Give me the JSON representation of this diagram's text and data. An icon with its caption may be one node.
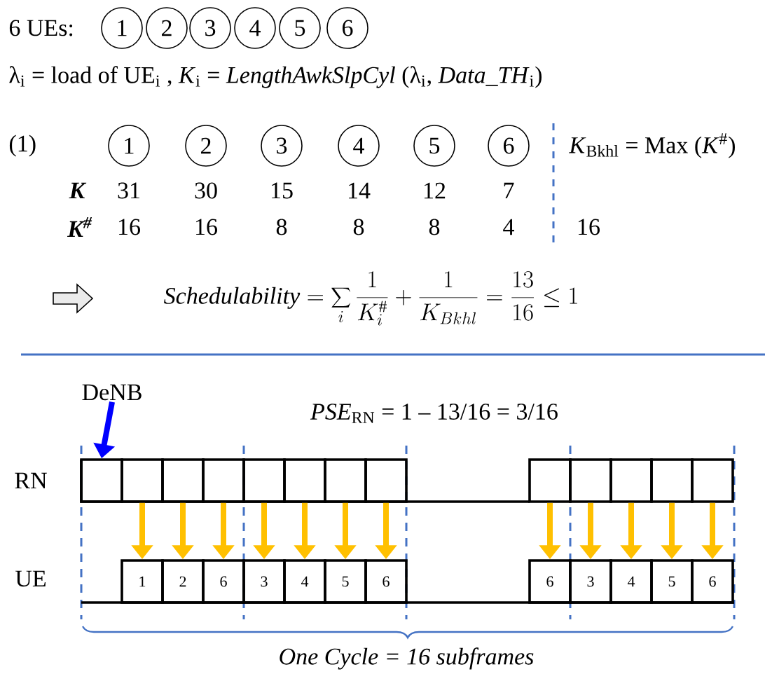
{
  "diagram": {
    "nodes": [
      {
        "text": [
          "1"
        ]
      },
      {
        "text": [
          "2"
        ]
      },
      {
        "text": [
          "3"
        ]
      },
      {
        "text": [
          "4"
        ]
      },
      {
        "text": [
          "5"
        ]
      },
      {
        "text": [
          "6"
        ]
      },
      {
        "text": [
          "1"
        ]
      },
      {
        "text": [
          "2"
        ]
      },
      {
        "text": [
          "3"
        ]
      },
      {
        "text": [
          "4"
        ]
      },
      {
        "text": [
          "5"
        ]
      },
      {
        "text": [
          "6"
        ]
      },
      {
        "text": [
          "DeNB"
        ]
      },
      {
        "text": [],
        "shape": "box"
      },
      {
        "text": [],
        "shape": "box"
      },
      {
        "text": [],
        "shape": "box"
      },
      {
        "text": [],
        "shape": "box"
      },
      {
        "text": [],
        "shape": "box"
      },
      {
        "text": [],
        "shape": "box"
      },
      {
        "text": [],
        "shape": "box"
      },
      {
        "text": [],
        "shape": "box"
      },
      {
        "text": [],
        "shape": "box"
      },
      {
        "text": [],
        "shape": "box"
      },
      {
        "text": [],
        "shape": "box"
      },
      {
        "text": [],
        "shape": "box"
      },
      {
        "text": [],
        "shape": "box"
      },
      {
        "text": [
          "1"
        ]
      },
      {
        "text": [
          "2"
        ]
      },
      {
        "text": [
          "6"
        ]
      },
      {
        "text": [
          "3"
        ]
      },
      {
        "text": [
          "4"
        ]
      },
      {
        "text": [
          "5"
        ]
      },
      {
        "text": [
          "6"
        ]
      },
      {
        "text": [
          "6"
        ]
      },
      {
        "text": [
          "3"
        ]
      },
      {
        "text": [
          "4"
        ]
      },
      {
        "text": [
          "5"
        ]
      },
      {
        "text": [
          "6"
        ]
      }
    ],
    "edges": [
      {
        "from": 12,
        "to": 13,
        "arrow": "to",
        "color": "#0000ff"
      },
      {
        "from": 14,
        "to": 26,
        "arrow": "to"
      },
      {
        "from": 15,
        "to": 27,
        "arrow": "to"
      },
      {
        "from": 16,
        "to": 28,
        "arrow": "to"
      },
      {
        "from": 17,
        "to": 29,
        "arrow": "to"
      },
      {
        "from": 18,
        "to": 30,
        "arrow": "to"
      },
      {
        "from": 19,
        "to": 31,
        "arrow": "to"
      },
      {
        "from": 20,
        "to": 32,
        "arrow": "to"
      },
      {
        "from": 21,
        "to": 33,
        "arrow": "to"
      },
      {
        "from": 22,
        "to": 34,
        "arrow": "to"
      },
      {
        "from": 23,
        "to": 35,
        "arrow": "to"
      },
      {
        "from": 24,
        "to": 36,
        "arrow": "to"
      },
      {
        "from": 25,
        "to": 37,
        "arrow": "to"
      }
    ],
    "labels": [
      "6 UEs:",
      "λ$_{i}$ = load of UE$_{i}$ ,  *K*$_{i}$ = *LengthAwkSlpCyl* (λ$_{i}$, *Data_TH*$_{i}$)",
      "(1)",
      "*K*$_{Bkhl}$ = Max (*K*$^{#}$)",
      "K",
      "31",
      "30",
      "15",
      "14",
      "12",
      "7",
      "K$^{#}$",
      "16",
      "16",
      "8",
      "8",
      "8",
      "4",
      "16",
      "\\mathit{Schedulability} = \\sum_{i} \\frac{1}{K_{i}^{\\#}} + \\frac{1}{K_{Bkhl}} = \\frac{13}{16} \\leq 1",
      "*PSE*$_{RN}$ = 1 – 13/16 = 3/16",
      "RN",
      "UE",
      "One Cycle = 16 subframes"
    ]
  }
}
